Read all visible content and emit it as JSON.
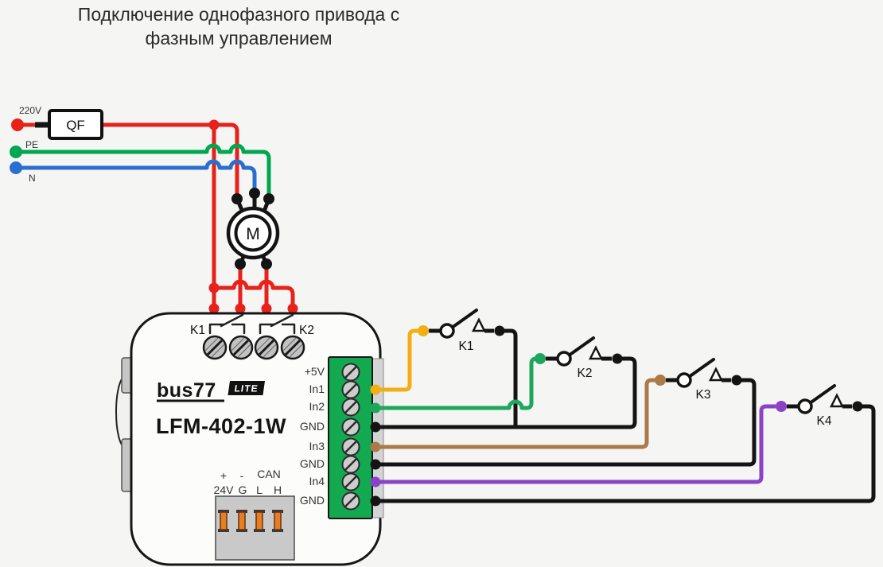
{
  "title": {
    "line1": "Подключение однофазного привода с",
    "line2": "фазным управлением"
  },
  "power": {
    "phase_voltage": "220V",
    "breaker": "QF",
    "pe": "PE",
    "neutral": "N"
  },
  "motor": {
    "label": "M"
  },
  "device": {
    "brand": "bus77",
    "badge": "LITE",
    "model": "LFM-402-1W",
    "relays": {
      "k1": "K1",
      "k2": "K2"
    },
    "io_terminals": [
      "+5V",
      "In1",
      "In2",
      "GND",
      "In3",
      "GND",
      "In4",
      "GND"
    ],
    "bus_terminals": {
      "plus": "+",
      "minus": "-",
      "can": "CAN",
      "v24": "24V",
      "g": "G",
      "l": "L",
      "h": "H"
    }
  },
  "switches": {
    "k1": "K1",
    "k2": "K2",
    "k3": "K3",
    "k4": "K4"
  },
  "colors": {
    "phase": "#e8211a",
    "pe": "#00a650",
    "neutral": "#2a6fd0",
    "in1": "#f3ae14",
    "in2": "#1ea75c",
    "in3": "#ab7a48",
    "in4": "#8c42c6",
    "gnd": "#141414",
    "terminal_block": "#12a951",
    "background": "#f5f5f3"
  }
}
